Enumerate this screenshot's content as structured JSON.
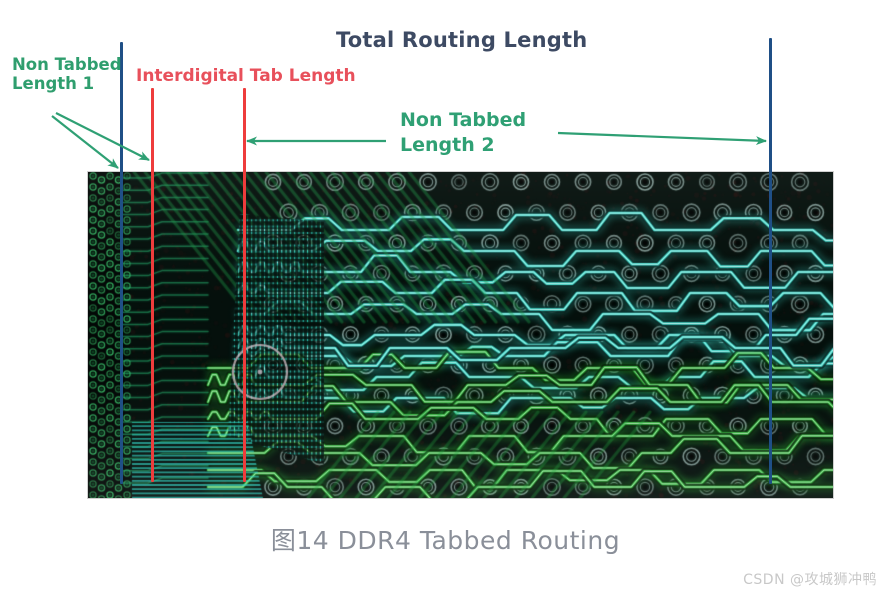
{
  "figure": {
    "caption": "图14 DDR4 Tabbed Routing",
    "watermark": "CSDN @攻城狮冲鸭"
  },
  "annotations": {
    "title": "Total Routing Length",
    "non_tabbed_length_1": "Non Tabbed\nLength 1",
    "interdigital_tab_length": "Interdigital Tab Length",
    "non_tabbed_length_2": "Non Tabbed\nLength 2"
  },
  "colors": {
    "title": "#3d4a63",
    "green_annotation": "#2fa074",
    "red_annotation": "#ee3c3c",
    "blue_rule": "#1f4f86",
    "caption": "#8a8f99",
    "watermark": "#c8c8c8",
    "pcb_background": "#05100c",
    "trace_cyan": "#3fe8d8",
    "trace_green": "#2fc03a"
  },
  "pcb": {
    "description": "DDR4 tabbed routing PCB layout photograph",
    "regions": [
      "connector-pin-field",
      "interdigital-tab-hatch",
      "cyan-routing-bundle",
      "green-routing-bundle",
      "via-pad-array"
    ]
  },
  "markers": {
    "blue_rule_left_label": "total-routing-start",
    "blue_rule_right_label": "total-routing-end",
    "red_rule_left_label": "interdigital-tab-start",
    "red_rule_right_label": "interdigital-tab-end"
  }
}
